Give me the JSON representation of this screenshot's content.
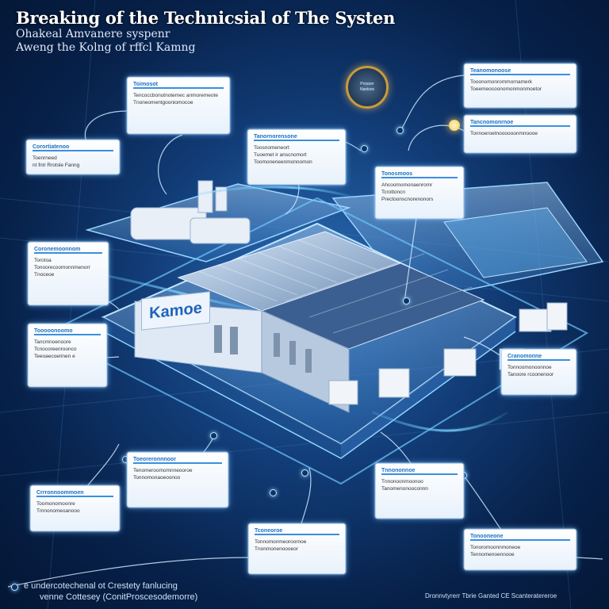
{
  "header": {
    "title": "Breaking of the Technicsial of The Systen",
    "subtitle_1": "Ohakeal Amvanere syspenr",
    "subtitle_2": "Aweng the Kolng of rffcl Kamng"
  },
  "footer": {
    "line_1": "e undercotechenal ot Crestety fanlucing",
    "line_2": "venne Cottesey (ConitProscesodemorre)",
    "line_3": "Dronnvtyrerr Tbrie Ganted CE Scanteratereroe"
  },
  "brand": {
    "label": "Kamoe"
  },
  "badge": {
    "lines": [
      "Prosoer",
      "Nanisos"
    ]
  },
  "cards": [
    {
      "id": "card-top-left-center",
      "heading": "Toimosot",
      "lines": [
        "Tencoccbonutnotemec anmoremeote",
        "Tnoneomentgooniomocoe"
      ]
    },
    {
      "id": "card-top-left",
      "heading": "Corortiatenoo",
      "lines": [
        "Toenrneed",
        "nt fntr Rrotsle Fanng"
      ]
    },
    {
      "id": "card-center-top",
      "heading": "Tanornorensone",
      "lines": [
        "Toosnomeneort",
        "Tuoemet ir anscnomort",
        "Toomoneneenmonnomon"
      ]
    },
    {
      "id": "card-center",
      "heading": "Tonosmoos",
      "lines": [
        "Ahcoomomonaenromr",
        "Tcrottoncn",
        "Prectoonscnorenonors"
      ]
    },
    {
      "id": "card-top-right",
      "heading": "Teanomonoose",
      "lines": [
        "Tooonomonrommornamerk",
        "Toeemeocoonomonmonmoetor"
      ]
    },
    {
      "id": "card-right-upper",
      "heading": "Tancnomonrnoe",
      "lines": [
        "Tonnoeroetnoooooonmnoooe"
      ]
    },
    {
      "id": "card-left-mid",
      "heading": "Coronemoonnom",
      "lines": [
        "Torotoa",
        "Tonoorecoomonnmenorr",
        "Tnoceoe"
      ]
    },
    {
      "id": "card-left-lower",
      "heading": "Tooooonoomo",
      "lines": [
        "Tancmnoenoore",
        "Tcnocoreenroonco",
        "Teeoaecoerinen e"
      ]
    },
    {
      "id": "card-right-mid",
      "heading": "Cranomonne",
      "lines": [
        "Tonnoomonoonnoe",
        "Tanoore rcoonenoor"
      ]
    },
    {
      "id": "card-bottom-left-center",
      "heading": "Toeoreronnnoor",
      "lines": [
        "Tenomeroomomnneooroe",
        "Tonnomonaoeoonoo"
      ]
    },
    {
      "id": "card-bottom-left",
      "heading": "Crrronnoommoen",
      "lines": [
        "Toomonomoonre",
        "Tmnonomeoanooo"
      ]
    },
    {
      "id": "card-bottom-center",
      "heading": "Tconeoroe",
      "lines": [
        "Tonnomonmeoroornoe",
        "Tnonmonenoooeor"
      ]
    },
    {
      "id": "card-bottom-right-center",
      "heading": "Tnnononnoe",
      "lines": [
        "Tnnonoonmoonoo",
        "Tanomenonooconnn"
      ]
    },
    {
      "id": "card-bottom-right",
      "heading": "Tonooneone",
      "lines": [
        "Tonoromoonnmoneoe",
        "Tennomenoennooe"
      ]
    }
  ]
}
